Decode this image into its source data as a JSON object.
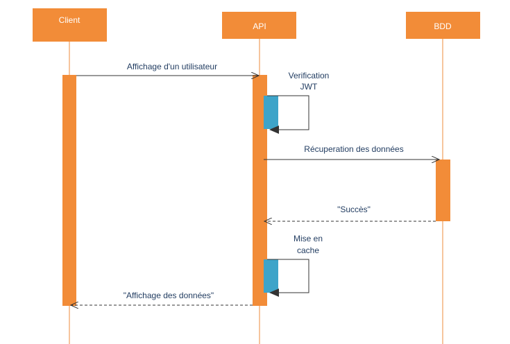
{
  "colors": {
    "actor_fill": "#f28c38",
    "activation": "#f28c38",
    "self_activation": "#3ea4c9",
    "line": "#333333",
    "text": "#1f3a5f",
    "lifeline": "#f3b27d"
  },
  "participants": {
    "client": "Client",
    "api": "API",
    "bdd": "BDD"
  },
  "messages": {
    "m1": "Affichage d'un utilisateur",
    "m2_line1": "Verification",
    "m2_line2": "JWT",
    "m3": "Récuperation des données",
    "m4": "\"Succès\"",
    "m5_line1": "Mise en",
    "m5_line2": "cache",
    "m6": "\"Affichage des données\""
  }
}
